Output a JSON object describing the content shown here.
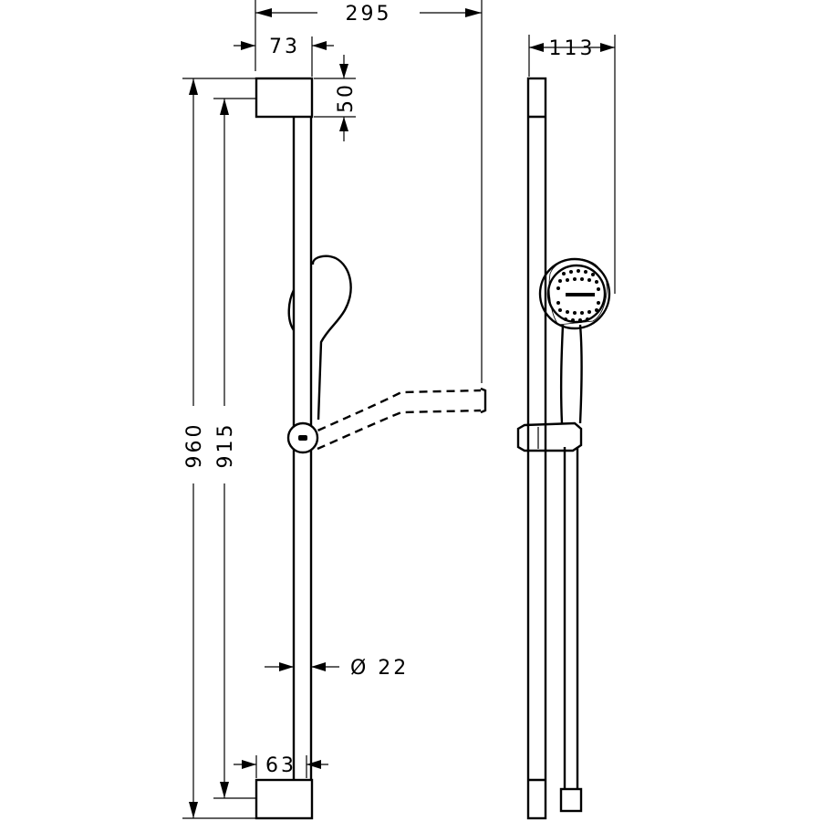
{
  "dimensions": {
    "bar_offset_width": "295",
    "bracket_width": "73",
    "bracket_height": "50",
    "overall_height": "960",
    "rail_length": "915",
    "rail_diameter": "Ø  22",
    "bottom_bracket_width": "63",
    "side_depth": "113"
  }
}
